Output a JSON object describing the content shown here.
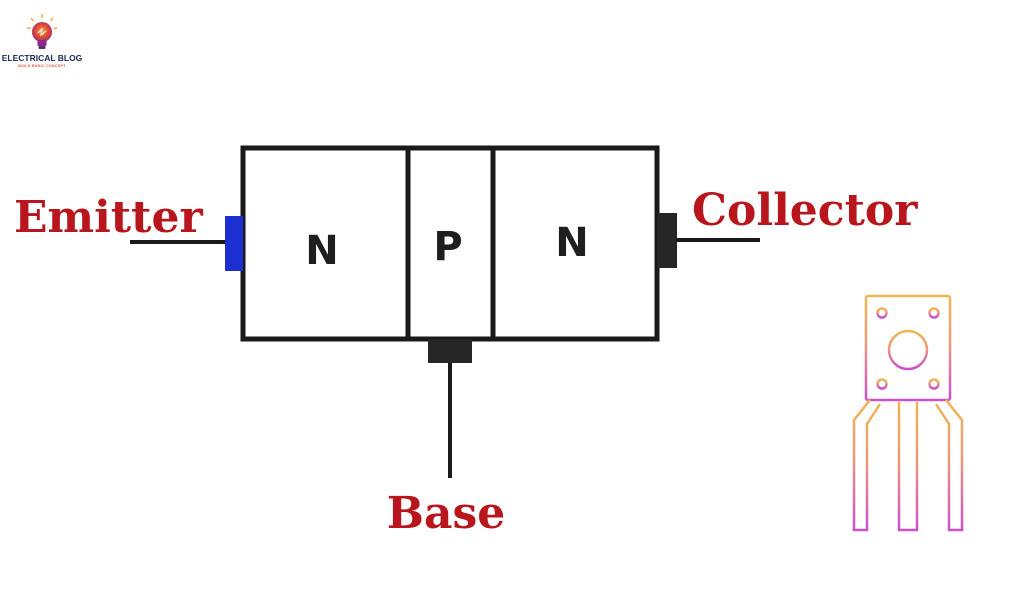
{
  "logo": {
    "title": "ELECTRICAL BLOG",
    "tagline": "BUILD BASIC CONCEPT",
    "icon": "lightbulb-icon"
  },
  "transistor": {
    "regions": [
      "N",
      "P",
      "N"
    ],
    "terminals": {
      "emitter": "Emitter",
      "collector": "Collector",
      "base": "Base"
    }
  },
  "colors": {
    "outline": "#1a1a1a",
    "label_text": "#b8161c",
    "emitter_contact": "#1c2fd0",
    "contact_dark": "#262626",
    "package_top": "#f0b650",
    "package_bottom": "#cc4fcc"
  },
  "package_icon": "transistor-package-icon"
}
